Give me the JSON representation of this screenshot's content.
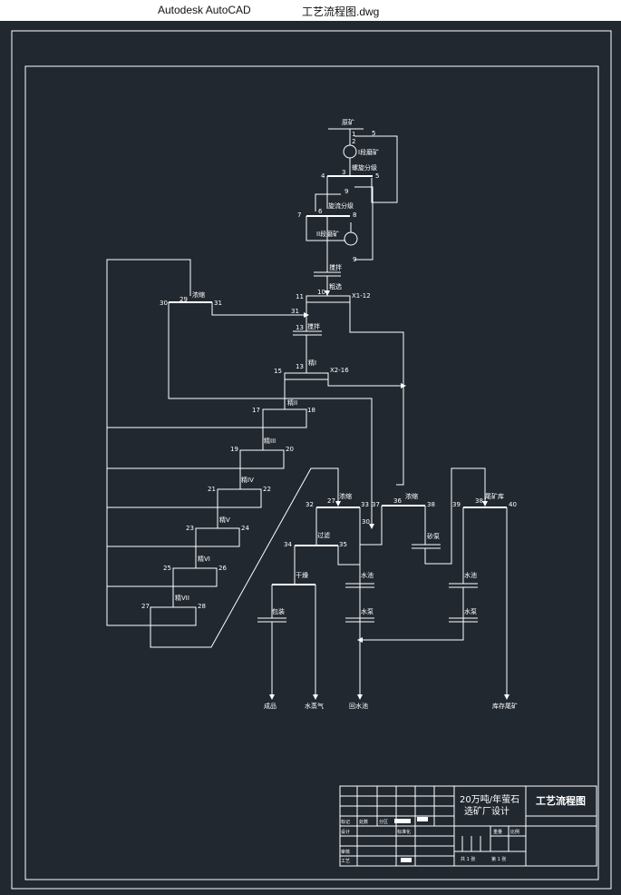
{
  "window": {
    "app_name": "Autodesk AutoCAD",
    "file_name": "工艺流程图.dwg"
  },
  "colors": {
    "background": "#212830",
    "line": "#ffffff",
    "titlebar": "#ffffff"
  },
  "flowsheet": {
    "feed": "原矿",
    "mill1": "I段磨矿",
    "classifier": "螺旋分级",
    "cyclone": "旋流分级",
    "mill2": "II段磨矿",
    "agitator1": "搅拌",
    "roughing": "粗选",
    "agitator2": "搅拌",
    "scav1": "精I",
    "scav2": "精II",
    "scav3": "精III",
    "scav4": "精IV",
    "scav5": "精V",
    "scav6": "精VI",
    "scav7": "精VII",
    "thickener1": "浓缩",
    "thickener2": "浓缩",
    "thickener3": "浓缩",
    "filter": "过滤",
    "dryer": "干燥",
    "packing": "包装",
    "pump1": "砂泵",
    "pool1": "水池",
    "pump2": "水泵",
    "pool2": "水池",
    "pump3": "水泵",
    "tailings_pond": "尾矿库",
    "out_product": "成品",
    "out_steam": "水蒸气",
    "out_return_water": "回水池",
    "out_tailings": "库存尾矿",
    "range1": "X1-12",
    "range2": "X2-16"
  },
  "stream_numbers": {
    "n1": "1",
    "n2": "2",
    "n3": "3",
    "n4": "4",
    "n5": "5",
    "n5b": "5",
    "n6": "6",
    "n7": "7",
    "n8": "8",
    "n9": "9",
    "n9b": "9",
    "n10": "10",
    "n11": "11",
    "n13": "13",
    "n13b": "13",
    "n15": "15",
    "n17": "17",
    "n18": "18",
    "n19": "19",
    "n20": "20",
    "n21": "21",
    "n22": "22",
    "n23": "23",
    "n24": "24",
    "n25": "25",
    "n26": "26",
    "n27": "27",
    "n28": "28",
    "n29": "29",
    "n30": "30",
    "n31": "31",
    "n31b": "31",
    "n32": "32",
    "n33": "33",
    "n30b": "30",
    "n34": "34",
    "n35": "35",
    "n36": "36",
    "n37": "37",
    "n38": "38",
    "n39": "39",
    "n38b": "38",
    "n40": "40",
    "n27b": "27"
  },
  "title_block": {
    "project_line1": "20万吨/年萤石",
    "project_line2": "选矿厂设计",
    "drawing_title": "工艺流程图",
    "mark": "标记",
    "count": "处数",
    "zone": "分区",
    "design": "设计",
    "standardize": "标准化",
    "weight": "重量",
    "scale": "比例",
    "review": "审核",
    "process": "工艺",
    "sheets_total": "共  1  张",
    "sheet_no": "第  1  张"
  }
}
